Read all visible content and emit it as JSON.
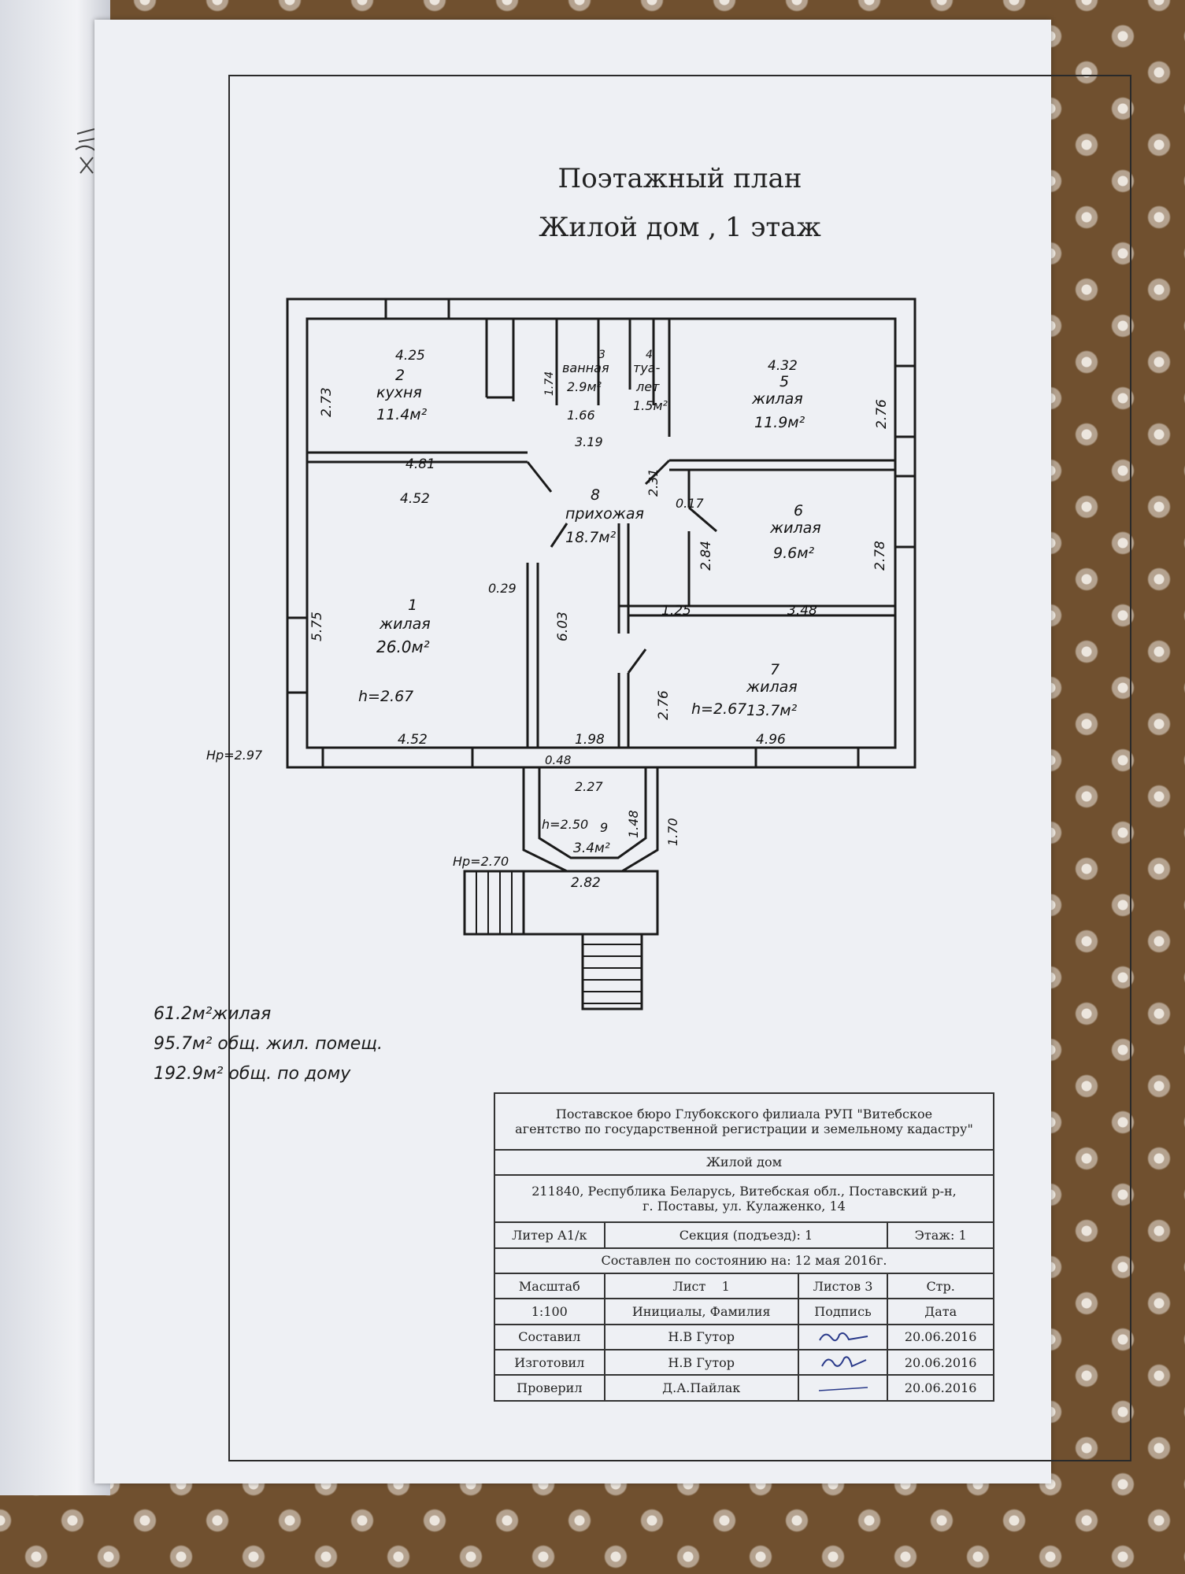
{
  "document": {
    "title_line1": "Поэтажный план",
    "title_line2": "Жилой дом , 1 этаж"
  },
  "plan": {
    "rooms": [
      {
        "number": "1",
        "name": "жилая",
        "area": "26.0м²",
        "height": "h=2.67"
      },
      {
        "number": "2",
        "name": "кухня",
        "area": "11.4м²"
      },
      {
        "number": "3",
        "name": "ванная",
        "area": "2.9м²"
      },
      {
        "number": "4",
        "name_line1": "туа-",
        "name_line2": "лет",
        "area": "1.5м²"
      },
      {
        "number": "5",
        "name": "жилая",
        "area": "11.9м²"
      },
      {
        "number": "6",
        "name": "жилая",
        "area": "9.6м²"
      },
      {
        "number": "7",
        "name": "жилая",
        "area": "13.7м²",
        "height": "h=2.67"
      },
      {
        "number": "8",
        "name": "прихожая",
        "area": "18.7м²"
      },
      {
        "number": "9",
        "area": "3.4м²",
        "height": "h=2.50"
      }
    ],
    "dimensions": [
      "4.25",
      "2.73",
      "1.74",
      "1.66",
      "3.19",
      "4.32",
      "2.76",
      "4.81",
      "4.52",
      "2.31",
      "0.17",
      "2.84",
      "2.78",
      "0.29",
      "5.75",
      "6.03",
      "1.25",
      "3.48",
      "2.76",
      "4.52",
      "1.98",
      "0.48",
      "4.96",
      "2.27",
      "1.48",
      "1.70",
      "2.82"
    ],
    "level_marks": [
      "Hp=2.97",
      "Hp=2.70"
    ]
  },
  "totals": [
    "61.2м²жилая",
    "95.7м² общ. жил. помещ.",
    "192.9м² общ. по дому"
  ],
  "stamp": {
    "org_line1": "Поставское бюро Глубокского филиала РУП \"Витебское",
    "org_line2": "агентство по государственной регистрации и земельному кадастру\"",
    "object": "Жилой дом",
    "address_line1": "211840, Республика Беларусь, Витебская обл., Поставский р-н,",
    "address_line2": "г. Поставы, ул. Кулаженко, 14",
    "liter": "Литер А1/к",
    "section": "Секция (подъезд): 1",
    "floor": "Этаж: 1",
    "compiled": "Составлен по состоянию на: 12   мая   2016г.",
    "scale_label": "Масштаб",
    "sheet_label": "Лист",
    "sheet_value": "1",
    "sheets_label": "Листов 3",
    "page_label": "Стр.",
    "scale_value": "1:100",
    "initials_label": "Инициалы, Фамилия",
    "signature_label": "Подпись",
    "date_label": "Дата",
    "rows": [
      {
        "role": "Составил",
        "name": "Н.В Гутор",
        "date": "20.06.2016"
      },
      {
        "role": "Изготовил",
        "name": "Н.В Гутор",
        "date": "20.06.2016"
      },
      {
        "role": "Проверил",
        "name": "Д.А.Пайлак",
        "date": "20.06.2016"
      }
    ]
  }
}
